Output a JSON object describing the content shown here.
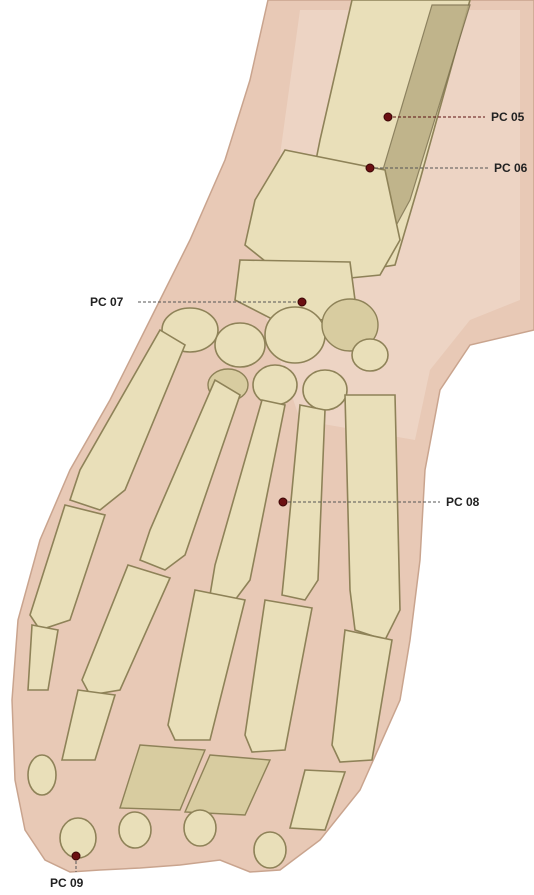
{
  "points": [
    {
      "id": "pc05",
      "label": "PC 05"
    },
    {
      "id": "pc06",
      "label": "PC 06"
    },
    {
      "id": "pc07",
      "label": "PC 07"
    },
    {
      "id": "pc08",
      "label": "PC 08"
    },
    {
      "id": "pc09",
      "label": "PC 09"
    }
  ],
  "colors": {
    "point": "#6b0f12",
    "bone": "#e9dfb9",
    "skin": "#e8c9b6",
    "leader": "#555555"
  }
}
